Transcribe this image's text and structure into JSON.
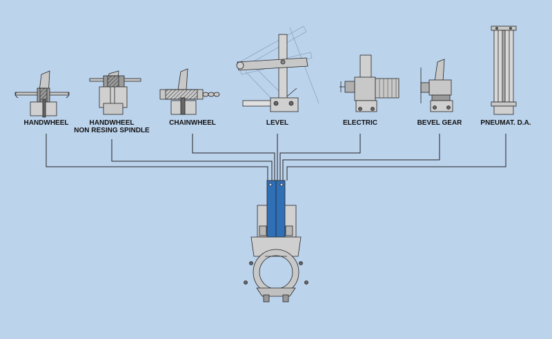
{
  "colors": {
    "background": "#bcd3ec",
    "metal": "#c8c8c8",
    "metal_dark": "#8c8c8c",
    "gate": "#2f6fb6",
    "line": "#222222",
    "ghost": "#8fa3bd"
  },
  "actuators": [
    {
      "id": "handwheel",
      "label": "HANDWHEEL",
      "icon": "handwheel-icon"
    },
    {
      "id": "handwheel-nrs",
      "label": "HANDWHEEL",
      "label2": "NON RESING SPINDLE",
      "icon": "handwheel-nrs-icon"
    },
    {
      "id": "chainwheel",
      "label": "CHAINWHEEL",
      "icon": "chainwheel-icon"
    },
    {
      "id": "lever",
      "label": "LEVEL",
      "icon": "lever-icon"
    },
    {
      "id": "electric",
      "label": "ELECTRIC",
      "icon": "electric-actuator-icon"
    },
    {
      "id": "bevel-gear",
      "label": "BEVEL GEAR",
      "icon": "bevel-gear-icon"
    },
    {
      "id": "pneumatic",
      "label": "PNEUMAT. D.A.",
      "icon": "pneumatic-cylinder-icon"
    }
  ],
  "valve": {
    "icon": "knife-gate-valve-icon"
  }
}
